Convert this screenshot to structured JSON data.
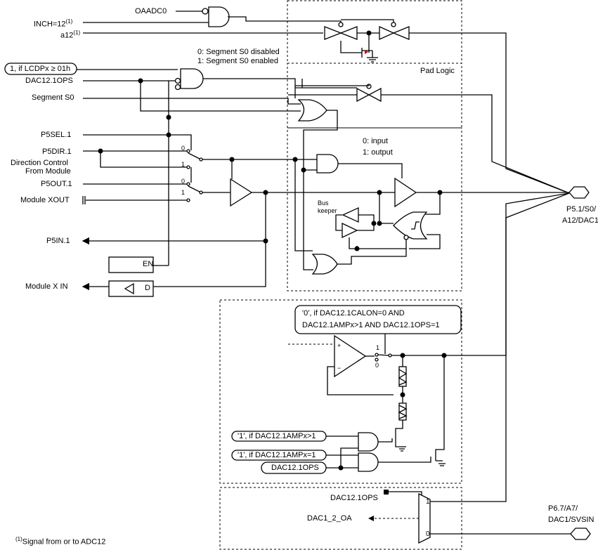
{
  "signals": {
    "oaadc0": "OAADC0",
    "inch": "INCH=12",
    "inch_sup": "(1)",
    "a12": "a12",
    "a12_sup": "(1)",
    "lcdp_box": "1, if LCDPx ≥ 01h",
    "dac_ops": "DAC12.1OPS",
    "segment_s0": "Segment S0",
    "p5sel": "P5SEL.1",
    "p5dir": "P5DIR.1",
    "dir_ctrl_1": "Direction Control",
    "dir_ctrl_2": "From Module",
    "p5out": "P5OUT.1",
    "module_xout": "Module XOUT",
    "p5in": "P5IN.1",
    "module_xin": "Module X IN"
  },
  "notes": {
    "seg_disabled": "0: Segment S0 disabled",
    "seg_enabled": "1: Segment S0 enabled",
    "pad_logic": "Pad Logic",
    "dir_input": "0: input",
    "dir_output": "1: output",
    "bus_keeper_1": "Bus",
    "bus_keeper_2": "keeper",
    "latch_en": "EN",
    "latch_d": "D",
    "mux0": "0",
    "mux1": "1"
  },
  "dac": {
    "cond_line1": "'0', if DAC12.1CALON=0 AND",
    "cond_line2": "DAC12.1AMPx>1 AND DAC12.1OPS=1",
    "amp_gt1": "'1', if DAC12.1AMPx>1",
    "amp_eq1": "'1', if DAC12.1AMPx=1",
    "ops_box": "DAC12.1OPS",
    "plus": "+",
    "minus": "−",
    "sw1": "1",
    "sw0": "0"
  },
  "bottom_mux": {
    "ops": "DAC12.1OPS",
    "dac_oa": "DAC1_2_OA",
    "in1": "1",
    "in0": "0"
  },
  "pins": {
    "p51_line1": "P5.1/S0/",
    "p51_line2": "A12/DAC1",
    "p67_line1": "P6.7/A7/",
    "p67_line2": "DAC1/SVSIN"
  },
  "footnote": {
    "sup": "(1)",
    "text": "Signal from or to ADC12"
  }
}
